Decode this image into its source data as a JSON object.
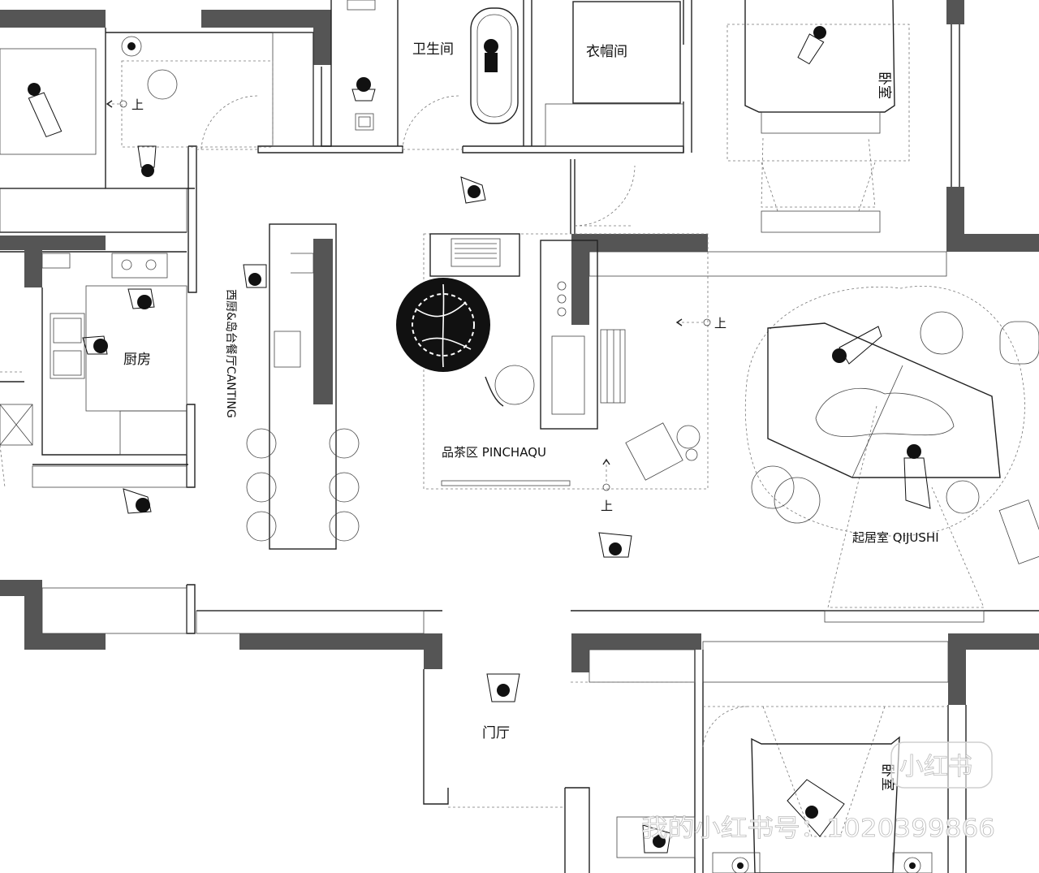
{
  "rooms": {
    "bathroom": "卫生间",
    "cloakroom": "衣帽间",
    "bedroom_top": "卧室",
    "kitchen": "厨房",
    "dining": "西厨&岛台餐厅CANTING",
    "tea_area": "品茶区 PINCHAQU",
    "living": "起居室 QIJUSHI",
    "entrance": "门厅",
    "bedroom_bottom": "卧室"
  },
  "markers": {
    "up_1": "上",
    "up_2": "上",
    "up_3": "上"
  },
  "watermark": {
    "logo": "小红书",
    "id_text": "我的小红书号：1020399866"
  },
  "colors": {
    "wall": "#555555",
    "line": "#222222",
    "background": "#ffffff"
  }
}
